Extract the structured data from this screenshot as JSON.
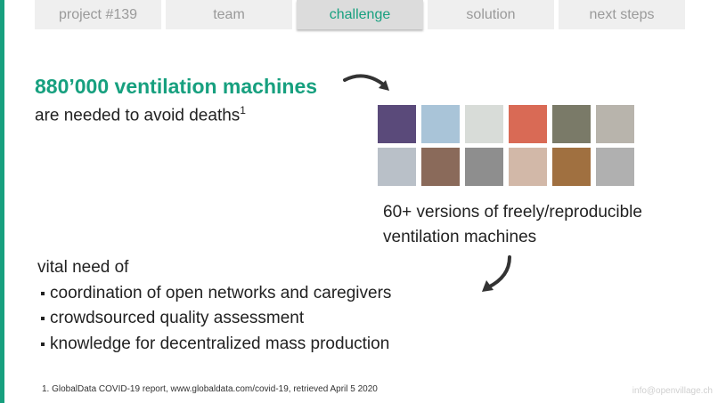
{
  "tabs": [
    {
      "label": "project #139",
      "active": false
    },
    {
      "label": "team",
      "active": false
    },
    {
      "label": "challenge",
      "active": true
    },
    {
      "label": "solution",
      "active": false
    },
    {
      "label": "next steps",
      "active": false
    }
  ],
  "headline": "880’000 ventilation machines",
  "subheadline": "are needed to avoid deaths",
  "footnote_ref": "1",
  "thumbnails": [
    {
      "name": "ventilator-1",
      "color": "#5a4a7a"
    },
    {
      "name": "ventilator-2",
      "color": "#a9c4d8"
    },
    {
      "name": "ventilator-3",
      "color": "#d8dcd8"
    },
    {
      "name": "ventilator-4",
      "color": "#d96a55"
    },
    {
      "name": "ventilator-5",
      "color": "#7a7a68"
    },
    {
      "name": "ventilator-6",
      "color": "#b8b4ac"
    },
    {
      "name": "ventilator-7",
      "color": "#b9c0c8"
    },
    {
      "name": "ventilator-8",
      "color": "#8a6a5a"
    },
    {
      "name": "ventilator-9",
      "color": "#8e8e8e"
    },
    {
      "name": "ventilator-10",
      "color": "#d2b8a8"
    },
    {
      "name": "ventilator-11",
      "color": "#a07040"
    },
    {
      "name": "ventilator-12",
      "color": "#b0b0b0"
    }
  ],
  "caption": {
    "line1": "60+ versions of freely/reproducible",
    "line2": "ventilation machines"
  },
  "needs": {
    "title": "vital need of",
    "items": [
      "coordination of open networks and caregivers",
      "crowdsourced quality assessment",
      "knowledge for decentralized mass production"
    ]
  },
  "footnote": "1. GlobalData COVID-19 report, www.globaldata.com/covid-19, retrieved April 5 2020",
  "email": "info@openvillage.ch",
  "colors": {
    "accent": "#17a07f",
    "tab_bg": "#efefef",
    "tab_active_bg": "#dcdcdc"
  }
}
